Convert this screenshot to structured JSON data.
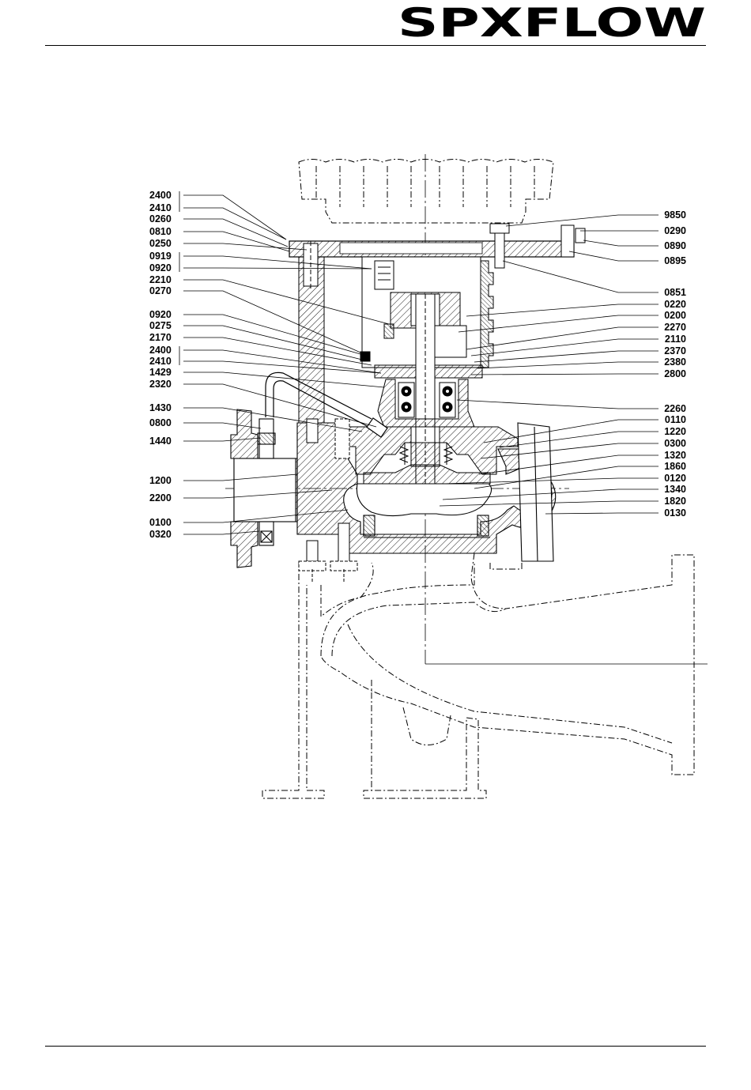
{
  "brand": {
    "logo_text": "SPXFLOW"
  },
  "left_labels": [
    "2400",
    "2410",
    "0260",
    "0810",
    "0250",
    "0919",
    "0920",
    "2210",
    "0270",
    "0920",
    "0275",
    "2170",
    "2400",
    "2410",
    "1429",
    "2320",
    "1430",
    "0800",
    "1440",
    "1200",
    "2200",
    "0100",
    "0320"
  ],
  "right_labels": [
    "9850",
    "0290",
    "0890",
    "0895",
    "0851",
    "0220",
    "0200",
    "2270",
    "2110",
    "2370",
    "2380",
    "2800",
    "2260",
    "0110",
    "1220",
    "0300",
    "1320",
    "1860",
    "0120",
    "1340",
    "1820",
    "0130"
  ]
}
